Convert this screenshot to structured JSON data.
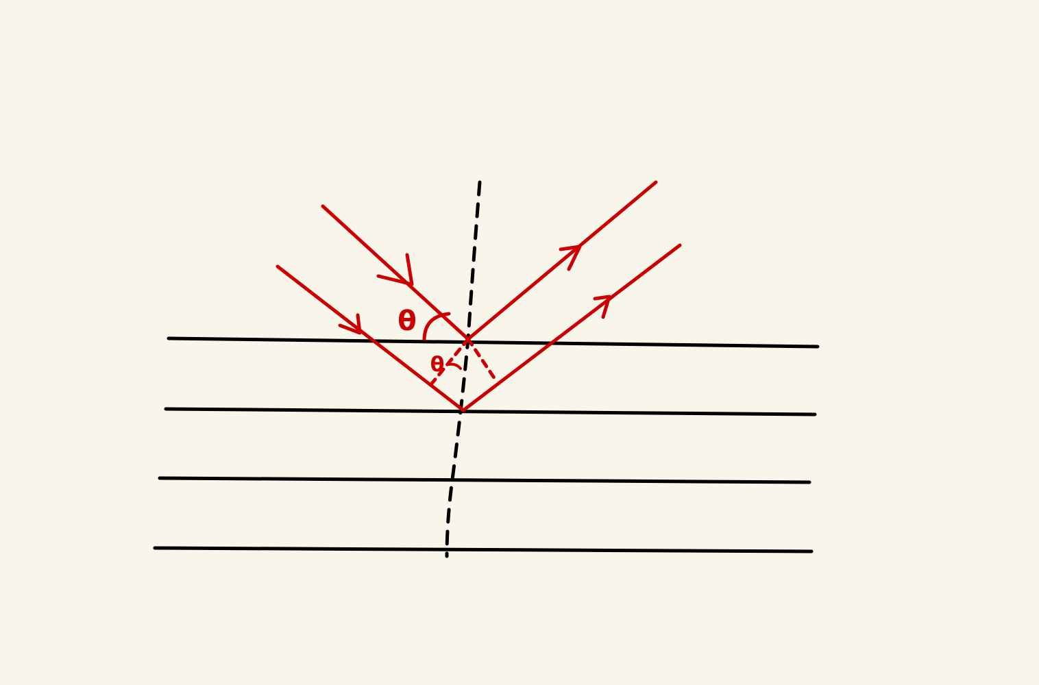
{
  "diagram": {
    "background_color": "#f8f6ea",
    "ink_color": "#000000",
    "ray_color": "#cc0000",
    "labels": {
      "angle_upper": "θ",
      "angle_lower": "θ"
    },
    "lattice_planes": 4,
    "incident_rays": 2,
    "reflected_rays": 2
  }
}
